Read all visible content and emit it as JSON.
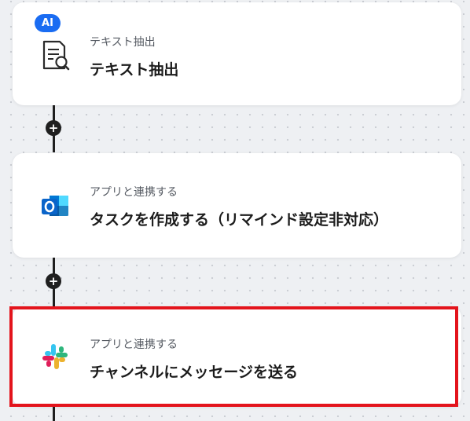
{
  "flow": {
    "steps": [
      {
        "badge": "AI",
        "type_label": "テキスト抽出",
        "title": "テキスト抽出",
        "icon": "document-search-icon"
      },
      {
        "type_label": "アプリと連携する",
        "title": "タスクを作成する（リマインド設定非対応）",
        "icon": "outlook-icon"
      },
      {
        "type_label": "アプリと連携する",
        "title": "チャンネルにメッセージを送る",
        "icon": "slack-icon"
      }
    ],
    "add_step_symbol": "+"
  },
  "colors": {
    "ai_badge": "#1a6cf2",
    "highlight": "#e3141c",
    "connector": "#1f1f1f",
    "outlook_blue": "#0a64c9",
    "slack_blue": "#36c5f0",
    "slack_green": "#2eb67d",
    "slack_yellow": "#ecb22e",
    "slack_red": "#e01e5a"
  }
}
